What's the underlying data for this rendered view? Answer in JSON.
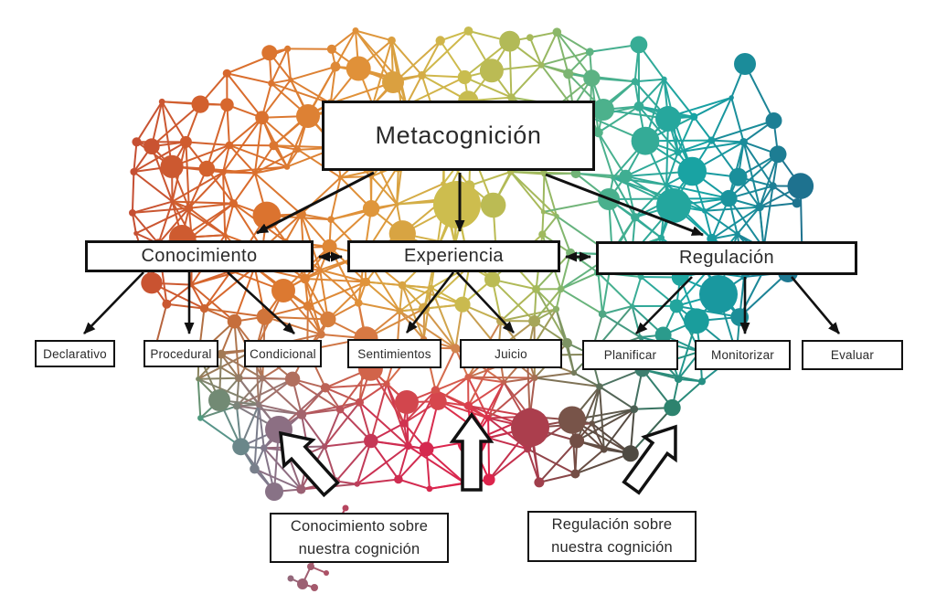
{
  "tree": {
    "root": "Metacognición",
    "branches": [
      {
        "label": "Conocimiento",
        "children": [
          "Declarativo",
          "Procedural",
          "Condicional"
        ]
      },
      {
        "label": "Experiencia",
        "children": [
          "Sentimientos",
          "Juicio"
        ]
      },
      {
        "label": "Regulación",
        "children": [
          "Planificar",
          "Monitorizar",
          "Evaluar"
        ]
      }
    ]
  },
  "annotations": [
    {
      "text": "Conocimiento sobre\nnuestra cognición"
    },
    {
      "text": "Regulación sobre\nnuestra cognición"
    }
  ],
  "colors": {
    "outline": "#111111",
    "box_background": "#ffffff",
    "text": "#2a2a2a",
    "brain_gradient_top": [
      [
        140,
        "#c44d33"
      ],
      [
        260,
        "#d96a2c"
      ],
      [
        400,
        "#e0933a"
      ],
      [
        500,
        "#cdbd4e"
      ],
      [
        590,
        "#a3b95c"
      ],
      [
        660,
        "#4cb18c"
      ],
      [
        760,
        "#17a3a4"
      ],
      [
        900,
        "#20688a"
      ]
    ],
    "brain_gradient_bottom": [
      [
        150,
        "#9a8f5a"
      ],
      [
        215,
        "#3fa387"
      ],
      [
        290,
        "#82788c"
      ],
      [
        350,
        "#a85568"
      ],
      [
        420,
        "#cc2f52"
      ],
      [
        530,
        "#e2214b"
      ],
      [
        575,
        "#b03a4e"
      ],
      [
        635,
        "#6e4f44"
      ],
      [
        690,
        "#4f4a42"
      ],
      [
        730,
        "#2f7a62"
      ],
      [
        800,
        "#2d8f80"
      ]
    ]
  }
}
